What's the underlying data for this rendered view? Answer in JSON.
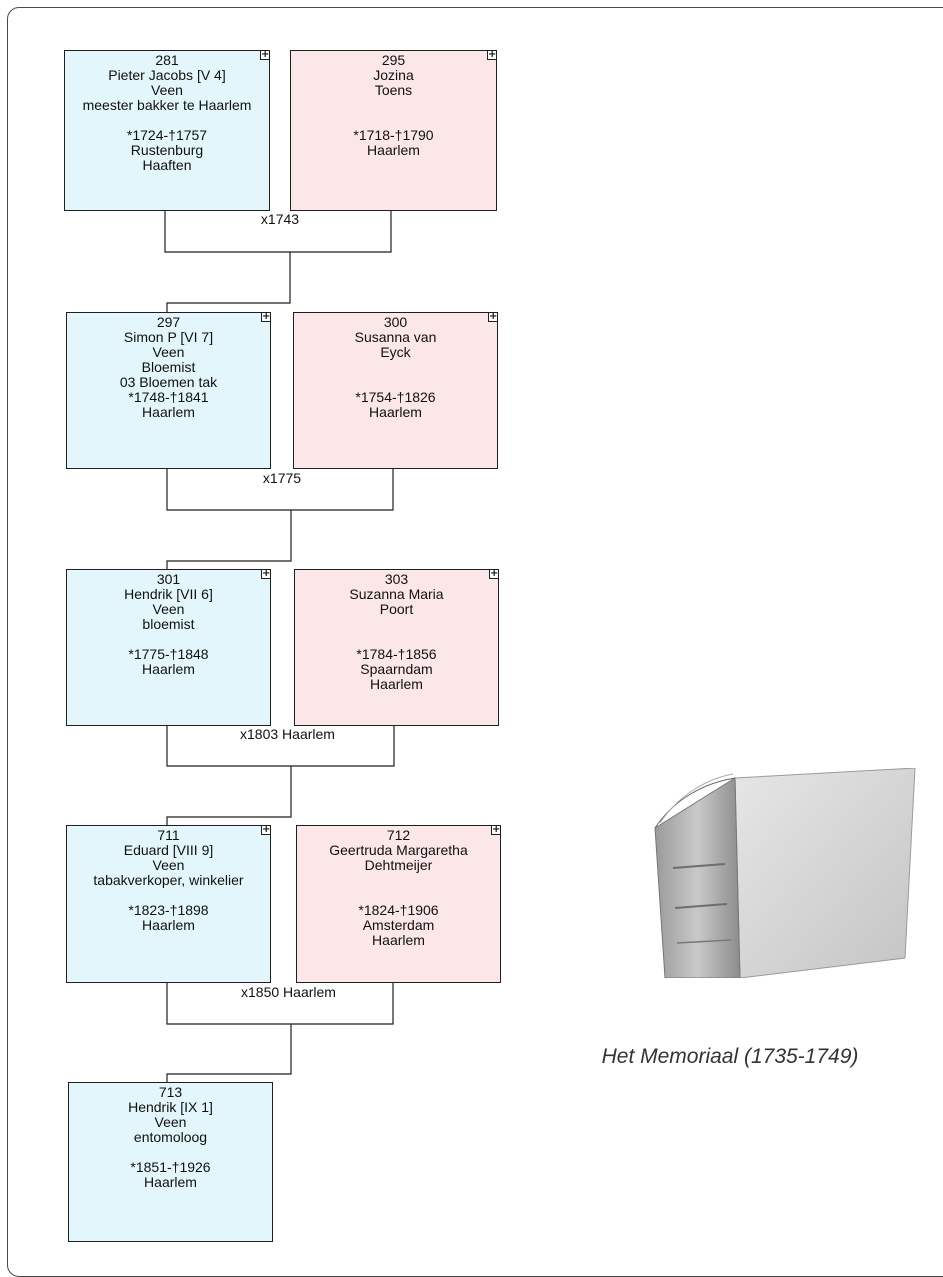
{
  "generations": [
    {
      "husband": {
        "id": "281",
        "lines": [
          "Pieter Jacobs [V 4]",
          "Veen",
          "meester bakker te Haarlem"
        ],
        "dates": "*1724-†1757",
        "places": [
          "Rustenburg",
          "Haaften"
        ]
      },
      "wife": {
        "id": "295",
        "lines": [
          "Jozina",
          "Toens",
          ""
        ],
        "dates": "*1718-†1790",
        "places": [
          "Haarlem"
        ]
      },
      "marriage": [
        "x1743"
      ]
    },
    {
      "husband": {
        "id": "297",
        "lines": [
          "Simon P [VI 7]",
          "Veen",
          "Bloemist",
          "03 Bloemen tak"
        ],
        "dates": "*1748-†1841",
        "places": [
          "Haarlem"
        ]
      },
      "wife": {
        "id": "300",
        "lines": [
          "Susanna van",
          "Eyck",
          ""
        ],
        "dates": "*1754-†1826",
        "places": [
          "Haarlem"
        ]
      },
      "marriage": [
        "x1775"
      ]
    },
    {
      "husband": {
        "id": "301",
        "lines": [
          "Hendrik [VII 6]",
          "Veen",
          "bloemist"
        ],
        "dates": "*1775-†1848",
        "places": [
          "Haarlem"
        ]
      },
      "wife": {
        "id": "303",
        "lines": [
          "Suzanna Maria",
          "Poort",
          ""
        ],
        "dates": "*1784-†1856",
        "places": [
          "Spaarndam",
          "Haarlem"
        ]
      },
      "marriage": [
        "x1803",
        "Haarlem"
      ]
    },
    {
      "husband": {
        "id": "711",
        "lines": [
          "Eduard [VIII 9]",
          "Veen",
          "tabakverkoper, winkelier"
        ],
        "dates": "*1823-†1898",
        "places": [
          "Haarlem"
        ]
      },
      "wife": {
        "id": "712",
        "lines": [
          "Geertruda Margaretha",
          "Dehtmeijer",
          ""
        ],
        "dates": "*1824-†1906",
        "places": [
          "Amsterdam",
          "Haarlem"
        ]
      },
      "marriage": [
        "x1850",
        "Haarlem"
      ]
    }
  ],
  "child": {
    "id": "713",
    "lines": [
      "Hendrik [IX 1]",
      "Veen",
      "entomoloog"
    ],
    "dates": "*1851-†1926",
    "places": [
      "Haarlem"
    ]
  },
  "book_caption": "Het Memoriaal (1735-1749)",
  "expand_glyph": "+",
  "colors": {
    "male": "#e3f6fb",
    "female": "#fbe6e8",
    "line": "#1f1f1f"
  }
}
